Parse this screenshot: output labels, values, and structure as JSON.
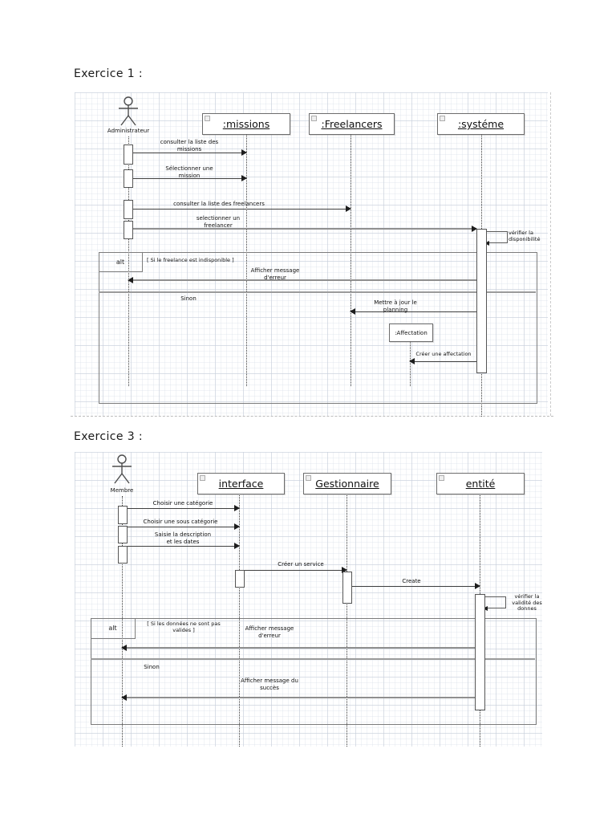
{
  "titles": {
    "exercise1": "Exercice 1 :",
    "exercise3": "Exercice 3 :"
  },
  "diagram1": {
    "actor_label": "Administrateur",
    "objects": [
      {
        "label": ":missions"
      },
      {
        "label": ":Freelancers"
      },
      {
        "label": ":systéme"
      }
    ],
    "created_object_label": ":Affectation",
    "messages": {
      "consult_missions": "consulter la liste des missions",
      "select_mission": "Sélectionner une mission",
      "consult_freelancers": "consulter la liste des freelancers",
      "select_freelancer": "selectionner un freelancer",
      "check_availability": "vérifier la disponibilité",
      "error_message": "Afficher message d'erreur",
      "update_planning": "Mettre à jour le planning",
      "create_affectation": "Créer une affectation"
    },
    "alt": {
      "operator": "alt",
      "guard": "[ Si le freelance est indisponible ]",
      "else_label": "Sinon"
    }
  },
  "diagram2": {
    "actor_label": "Membre",
    "objects": [
      {
        "label": "interface"
      },
      {
        "label": "Gestionnaire"
      },
      {
        "label": "entité"
      }
    ],
    "messages": {
      "choose_category": "Choisir une catégorie",
      "choose_subcategory": "Choisir une sous catégorie",
      "enter_description": "Saisie la description et les dates",
      "create_service": "Créer un service",
      "create": "Create",
      "check_validity": "vérifier la validité des donnes",
      "error_message": "Afficher message d'erreur",
      "success_message": "Afficher message du succès"
    },
    "alt": {
      "operator": "alt",
      "guard": "[ Si les données ne sont pas valides ]",
      "else_label": "Sinon"
    }
  }
}
